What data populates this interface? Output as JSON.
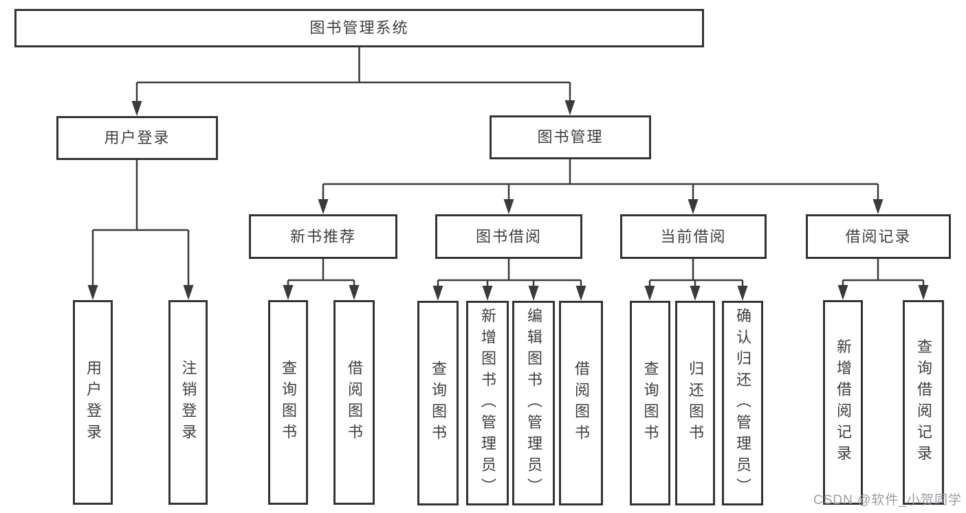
{
  "colors": {
    "line": "#3a3a3d",
    "box_border": "#333336",
    "text": "#3e3e41",
    "watermark_text": "#9b9ba1",
    "background": "#ffffff"
  },
  "tree": {
    "root": {
      "label": "图书管理系统",
      "children": [
        {
          "label": "用户登录",
          "children": [
            {
              "label": "用户登录"
            },
            {
              "label": "注销登录"
            }
          ]
        },
        {
          "label": "图书管理",
          "children": [
            {
              "label": "新书推荐",
              "children": [
                {
                  "label": "查询图书"
                },
                {
                  "label": "借阅图书"
                }
              ]
            },
            {
              "label": "图书借阅",
              "children": [
                {
                  "label": "查询图书"
                },
                {
                  "label": "新增图书（管理员）"
                },
                {
                  "label": "编辑图书（管理员）"
                },
                {
                  "label": "借阅图书"
                }
              ]
            },
            {
              "label": "当前借阅",
              "children": [
                {
                  "label": "查询图书"
                },
                {
                  "label": "归还图书"
                },
                {
                  "label": "确认归还（管理员）"
                }
              ]
            },
            {
              "label": "借阅记录",
              "children": [
                {
                  "label": "新增借阅记录"
                },
                {
                  "label": "查询借阅记录"
                }
              ]
            }
          ]
        }
      ]
    }
  },
  "watermark": {
    "text": "CSDN @软件_小贺同学"
  }
}
